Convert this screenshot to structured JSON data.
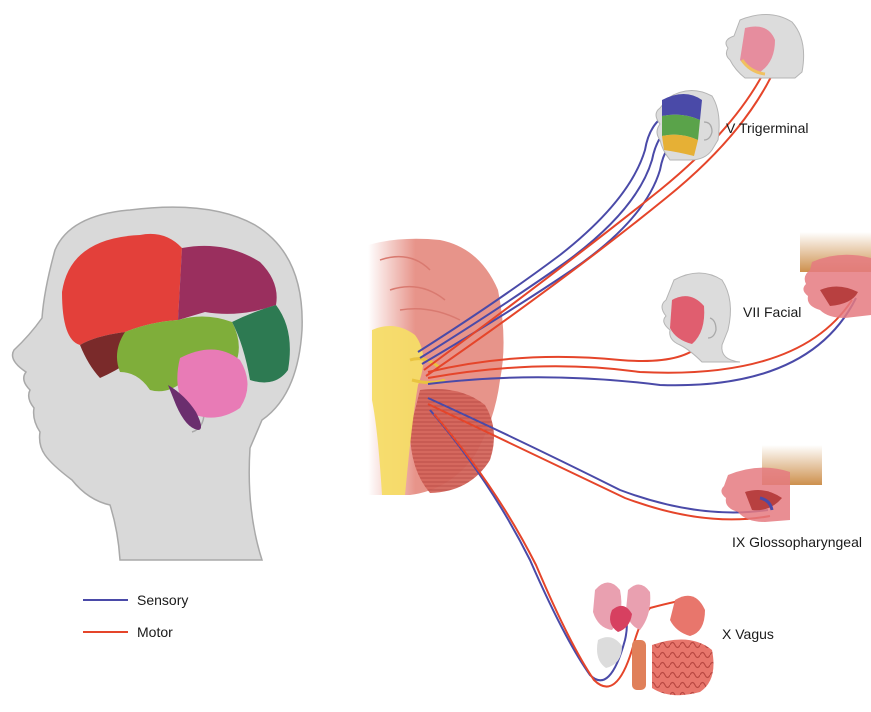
{
  "legend": {
    "sensory_label": "Sensory",
    "motor_label": "Motor"
  },
  "nerves": {
    "trigeminal": "V Trigerminal",
    "facial": "VII Facial",
    "glossopharyngeal": "IX Glossopharyngeal",
    "vagus": "X Vagus"
  },
  "colors": {
    "sensory": "#4a4aa8",
    "motor": "#e5452a",
    "head_gray": "#d9d9d9",
    "brain_pink": "#e7948a",
    "brainstem_yellow": "#f6dc67"
  }
}
